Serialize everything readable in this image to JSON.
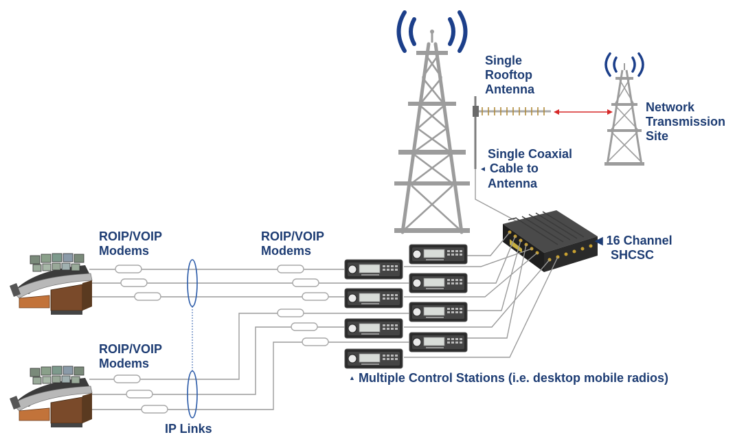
{
  "labels": {
    "single_rooftop_antenna": [
      "Single",
      "Rooftop",
      "Antenna"
    ],
    "network_transmission_site": [
      "Network",
      "Transmission",
      "Site"
    ],
    "single_coaxial_cable": [
      "Single Coaxial",
      "Cable to",
      "Antenna"
    ],
    "channel_shcsc": [
      "16 Channel",
      "SHCSC"
    ],
    "modems_left_top": [
      "ROIP/VOIP",
      "Modems"
    ],
    "modems_middle": [
      "ROIP/VOIP",
      "Modems"
    ],
    "modems_left_bottom": [
      "ROIP/VOIP",
      "Modems"
    ],
    "multiple_control_stations": "Multiple Control Stations (i.e. desktop mobile radios)",
    "ip_links": "IP Links"
  },
  "markers": {
    "coax_pointer": "◄",
    "shcsc_pointer": "◀",
    "stations_pointer": "▲"
  },
  "colors": {
    "label_text": "#1d3c73",
    "radio_waves": "#1c3f8a",
    "tower": "#9c9c9c",
    "wires": "#9a9a9a",
    "link_arrow": "#d62828",
    "ip_link_ring": "#2a5aa8"
  },
  "icons": [
    "radio-tower-large",
    "radio-tower-small",
    "yagi-antenna",
    "dispatch-console",
    "radio-control-station",
    "shcsc-combiner-unit"
  ]
}
